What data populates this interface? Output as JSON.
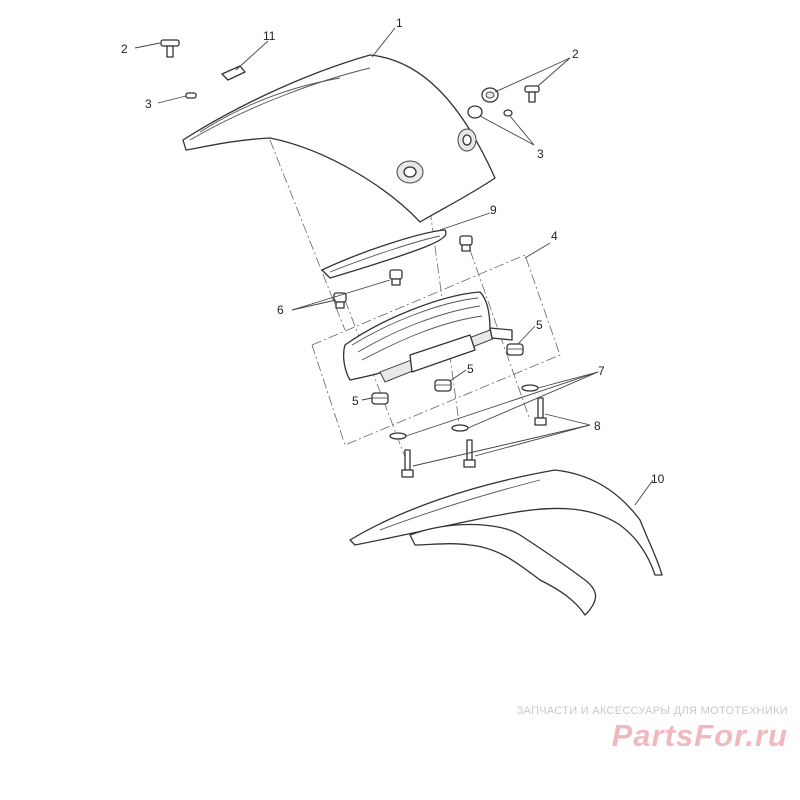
{
  "callouts": {
    "c1": "1",
    "c2a": "2",
    "c2b": "2",
    "c3a": "3",
    "c3b": "3",
    "c4": "4",
    "c5a": "5",
    "c5b": "5",
    "c5c": "5",
    "c6": "6",
    "c7": "7",
    "c8": "8",
    "c9": "9",
    "c10": "10",
    "c11": "11"
  },
  "watermark": {
    "tagline": "ЗАПЧАСТИ И АКСЕССУАРЫ ДЛЯ МОТОТЕХНИКИ",
    "logo": "PartsFor.ru"
  }
}
